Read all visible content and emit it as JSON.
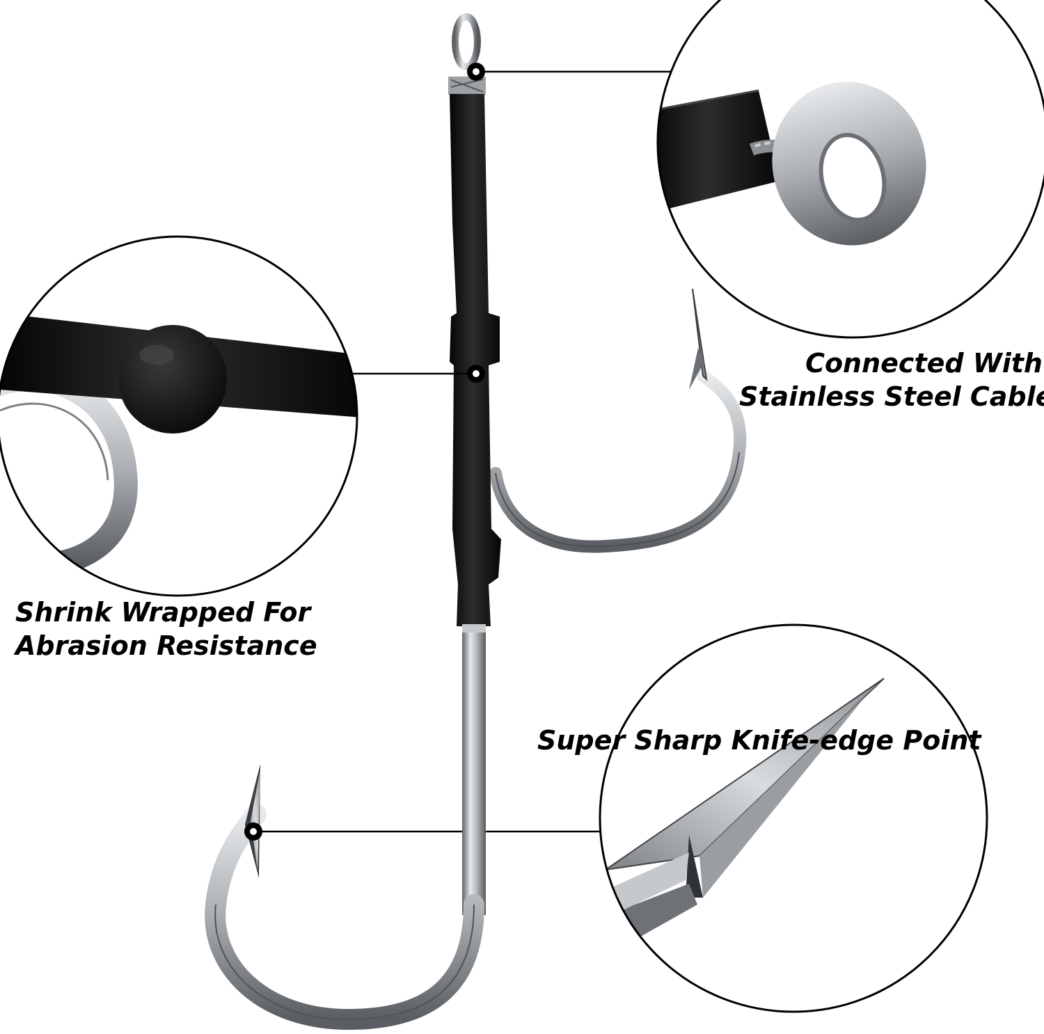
{
  "callouts": {
    "cable": {
      "line1": "Connected With",
      "line2": "Stainless Steel Cable"
    },
    "shrink": {
      "line1": "Shrink Wrapped For",
      "line2": "Abrasion Resistance"
    },
    "point": {
      "line1": "Super Sharp Knife-edge Point"
    }
  },
  "colors": {
    "steel": "#b8bcc0",
    "steel_dark": "#6f7377",
    "shrink_tube": "#111111",
    "callout_ring": "#000000",
    "background": "#ffffff"
  },
  "icons": {
    "marker": "circle-marker"
  }
}
